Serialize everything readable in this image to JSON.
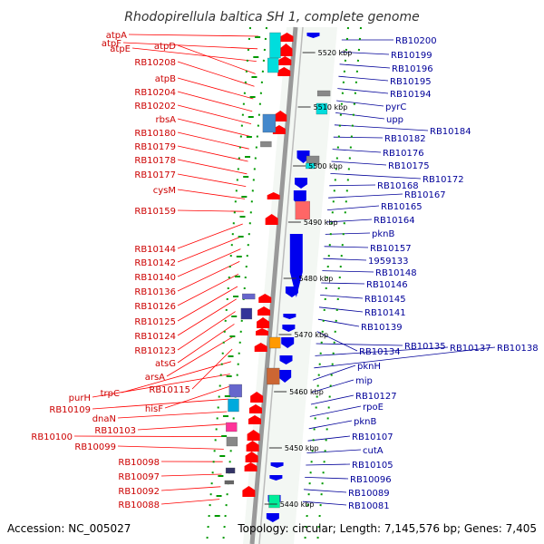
{
  "title": "Rhodopirellula baltica SH 1, complete genome",
  "footer": {
    "accession": "Accession: NC_005027",
    "topology": "Topology: circular; Length: 7,145,576 bp; Genes: 7,405"
  },
  "colors": {
    "forward": "#ff0000",
    "reverse": "#0000ee",
    "left_label": "#cc0000",
    "right_label": "#000099",
    "backbone": "#999999",
    "dots": "#009900"
  },
  "ticks": [
    "5520 kbp",
    "5510 kbp",
    "5500 kbp",
    "5490 kbp",
    "5480 kbp",
    "5470 kbp",
    "5460 kbp",
    "5450 kbp",
    "5440 kbp"
  ],
  "left_labels": [
    "atpA",
    "atpF",
    "atpE",
    "atpD",
    "RB10208",
    "atpB",
    "RB10204",
    "RB10202",
    "rbsA",
    "RB10180",
    "RB10179",
    "RB10178",
    "RB10177",
    "cysM",
    "RB10159",
    "RB10144",
    "RB10142",
    "RB10140",
    "RB10136",
    "RB10126",
    "RB10125",
    "RB10124",
    "RB10123",
    "atsG",
    "arsA",
    "RB10115",
    "trpC",
    "purH",
    "hisF",
    "RB10109",
    "dnaN",
    "RB10103",
    "RB10100",
    "RB10099",
    "RB10098",
    "RB10097",
    "RB10092",
    "RB10088"
  ],
  "right_labels": [
    "RB10200",
    "RB10199",
    "RB10196",
    "RB10195",
    "RB10194",
    "pyrC",
    "upp",
    "RB10184",
    "RB10182",
    "RB10176",
    "RB10175",
    "RB10172",
    "RB10168",
    "RB10167",
    "RB10165",
    "RB10164",
    "pknB",
    "RB10157",
    "1959133",
    "RB10148",
    "RB10146",
    "RB10145",
    "RB10141",
    "RB10139",
    "RB10134",
    "RB10135",
    "RB10137",
    "RB10138",
    "pknH",
    "mip",
    "RB10127",
    "rpoE",
    "pknB",
    "RB10107",
    "cutA",
    "RB10105",
    "RB10096",
    "RB10089",
    "RB10081"
  ]
}
